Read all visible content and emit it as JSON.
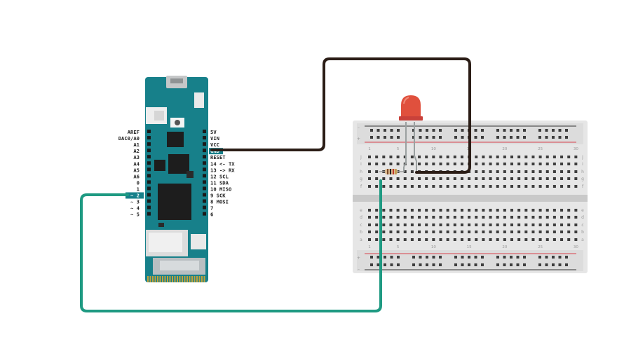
{
  "board": {
    "left_pins": [
      "AREF",
      "DAC0/A0",
      "A1",
      "A2",
      "A3",
      "A4",
      "A5",
      "A6",
      "0",
      "1",
      "~ 2",
      "~ 3",
      "~ 4",
      "~ 5"
    ],
    "right_pins": [
      "5V",
      "VIN",
      "VCC",
      "GND",
      "RESET",
      "14 <- TX",
      "13 -> RX",
      "12 SCL",
      "11 SDA",
      "10 MISO",
      "9 SCK",
      "8 MOSI",
      "7",
      "6"
    ],
    "highlight_left": "~ 2",
    "highlight_right": "GND",
    "color": "#17808a"
  },
  "breadboard": {
    "columns": 30,
    "rows_top": [
      "j",
      "i",
      "h",
      "g",
      "f"
    ],
    "rows_bottom": [
      "e",
      "d",
      "c",
      "b",
      "a"
    ],
    "column_labels": [
      "1",
      "5",
      "10",
      "15",
      "20",
      "25",
      "30"
    ]
  },
  "components": {
    "led_color": "#e0503d",
    "resistor_color": "#d9b98f"
  },
  "wires": {
    "ground_color": "#2b1d16",
    "signal_color": "#1e9a82"
  }
}
